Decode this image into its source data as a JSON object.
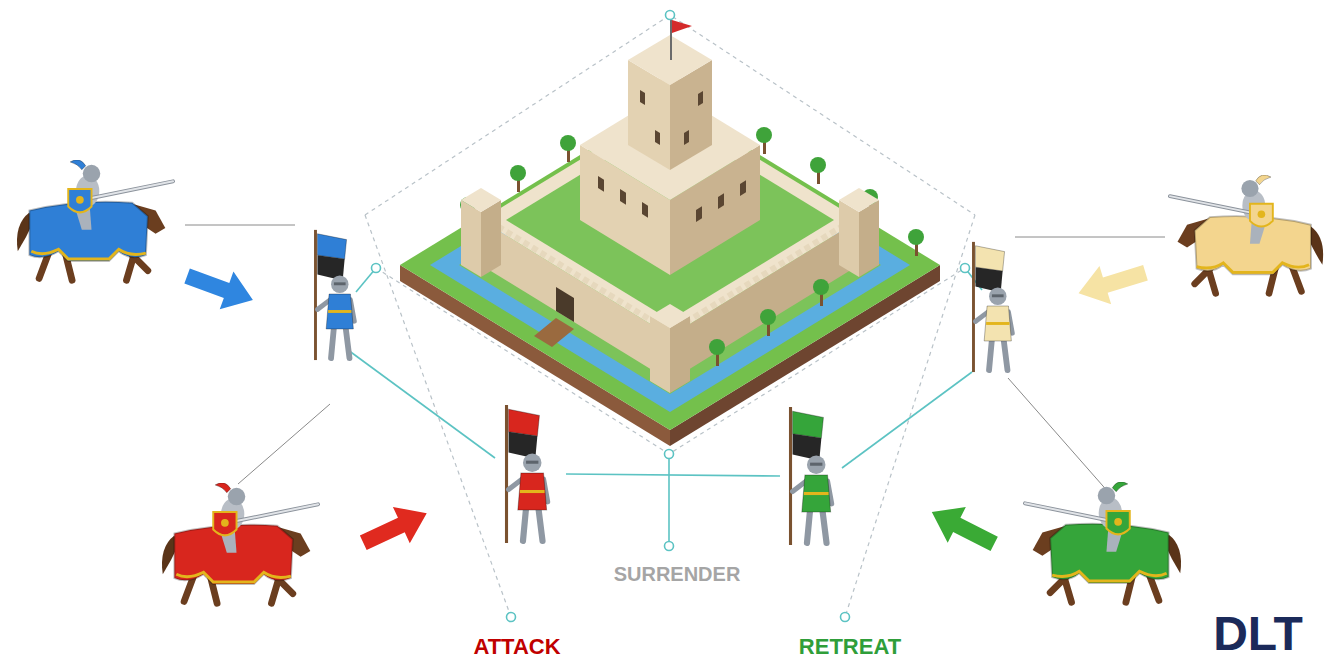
{
  "diagram": {
    "labels": [
      "SURRENDER",
      "ATTACK",
      "RETREAT",
      "DLT"
    ]
  }
}
